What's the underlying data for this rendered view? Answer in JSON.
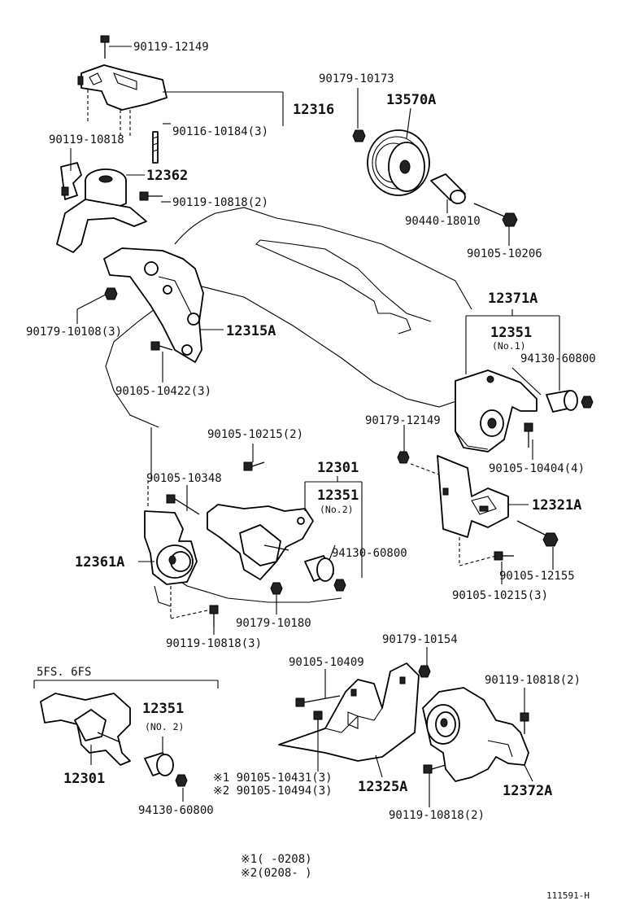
{
  "labels": {
    "p_90119_12149": "90119-12149",
    "p_90179_10173": "90179-10173",
    "p_13570A": "13570A",
    "p_12316": "12316",
    "p_90119_10818_a": "90119-10818",
    "p_90116_10184": "90116-10184(3)",
    "p_12362": "12362",
    "p_90119_10818_2a": "90119-10818(2)",
    "p_90440_18010": "90440-18010",
    "p_90105_10206": "90105-10206",
    "p_90179_10108": "90179-10108(3)",
    "p_12315A": "12315A",
    "p_90105_10422": "90105-10422(3)",
    "p_12371A": "12371A",
    "p_12351_no1": "12351",
    "p_no1": "(No.1)",
    "p_94130_60800_a": "94130-60800",
    "p_90179_12149": "90179-12149",
    "p_90105_10404": "90105-10404(4)",
    "p_90105_10215_2": "90105-10215(2)",
    "p_90105_10348": "90105-10348",
    "p_12301_a": "12301",
    "p_12351_no2": "12351",
    "p_no2": "(No.2)",
    "p_94130_60800_b": "94130-60800",
    "p_12361A": "12361A",
    "p_12321A": "12321A",
    "p_90105_12155": "90105-12155",
    "p_90105_10215_3": "90105-10215(3)",
    "p_90179_10180": "90179-10180",
    "p_90119_10818_3": "90119-10818(3)",
    "p_5fs6fs": "5FS. 6FS",
    "p_12351_c": "12351",
    "p_no2b": "(NO. 2)",
    "p_12301_b": "12301",
    "p_94130_60800_c": "94130-60800",
    "p_90105_10409": "90105-10409",
    "p_90179_10154": "90179-10154",
    "p_90119_10818_2b": "90119-10818(2)",
    "p_90105_10431": "※1 90105-10431(3)",
    "p_90105_10494": "※2 90105-10494(3)",
    "p_12325A": "12325A",
    "p_12372A": "12372A",
    "p_90119_10818_2c": "90119-10818(2)",
    "note1": "※1(      -0208)",
    "note2": "※2(0208-      )",
    "figure_id": "111591-H"
  }
}
